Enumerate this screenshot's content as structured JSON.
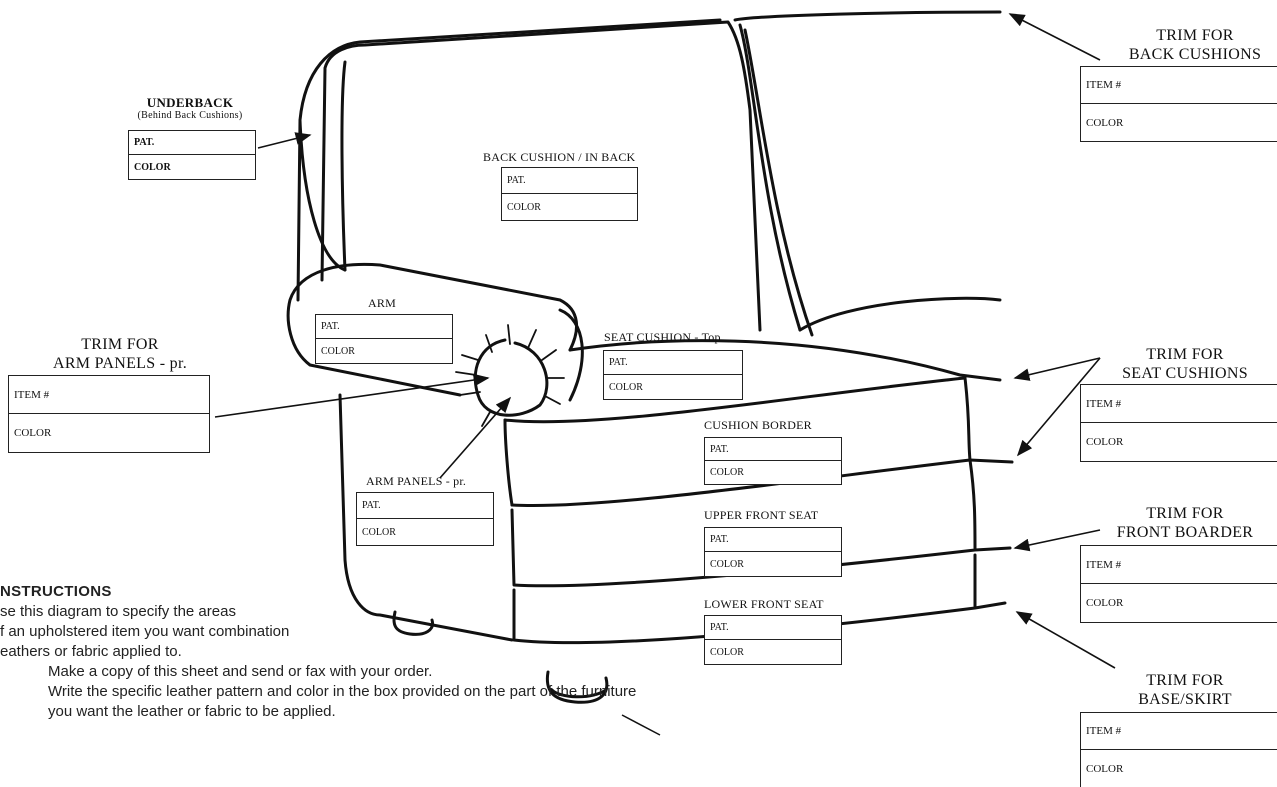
{
  "parts": {
    "underback": {
      "title": "UNDERBACK",
      "subtitle": "(Behind Back Cushions)",
      "row1": "PAT.",
      "row2": "COLOR"
    },
    "back_cushion": {
      "title": "BACK CUSHION / IN BACK",
      "row1": "PAT.",
      "row2": "COLOR"
    },
    "arm": {
      "title": "ARM",
      "row1": "PAT.",
      "row2": "COLOR"
    },
    "seat_cushion": {
      "title": "SEAT CUSHION - Top",
      "row1": "PAT.",
      "row2": "COLOR"
    },
    "cushion_border": {
      "title": "CUSHION BORDER",
      "row1": "PAT.",
      "row2": "COLOR"
    },
    "arm_panels": {
      "title": "ARM PANELS - pr.",
      "row1": "PAT.",
      "row2": "COLOR"
    },
    "upper_front_seat": {
      "title": "UPPER FRONT SEAT",
      "row1": "PAT.",
      "row2": "COLOR"
    },
    "lower_front_seat": {
      "title": "LOWER FRONT SEAT",
      "row1": "PAT.",
      "row2": "COLOR"
    }
  },
  "trims": {
    "back_cushions": {
      "line1": "TRIM FOR",
      "line2": "BACK CUSHIONS",
      "row1": "ITEM #",
      "row2": "COLOR"
    },
    "arm_panels": {
      "line1": "TRIM FOR",
      "line2": "ARM PANELS - pr.",
      "row1": "ITEM #",
      "row2": "COLOR"
    },
    "seat_cushions": {
      "line1": "TRIM FOR",
      "line2": "SEAT CUSHIONS",
      "row1": "ITEM #",
      "row2": "COLOR"
    },
    "front_boarder": {
      "line1": "TRIM FOR",
      "line2": "FRONT BOARDER",
      "row1": "ITEM #",
      "row2": "COLOR"
    },
    "base_skirt": {
      "line1": "TRIM FOR",
      "line2": "BASE/SKIRT",
      "row1": "ITEM #",
      "row2": "COLOR"
    }
  },
  "instructions": {
    "heading": "NSTRUCTIONS",
    "line1": "se this diagram to specify the areas",
    "line2": "f an upholstered item you want combination",
    "line3": "eathers or fabric applied to.",
    "step1": "Make a copy of this sheet and send or fax with your order.",
    "step2": "Write the specific leather pattern and color in the box provided on the part of the furniture",
    "step3": "you want the leather or fabric to be applied."
  }
}
